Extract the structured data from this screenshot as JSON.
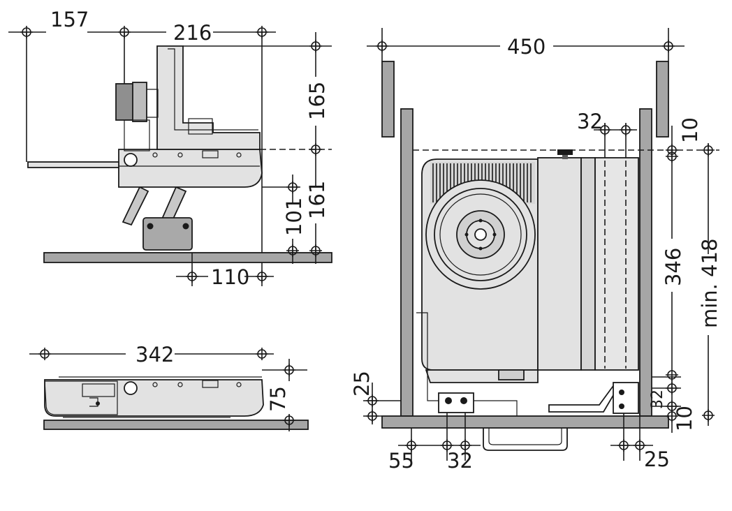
{
  "colors": {
    "line": "#1a1a1a",
    "body_light": "#e2e2e2",
    "body_mid": "#b9b9b9",
    "body_dark": "#8f8f8f",
    "surface": "#a6a6a6"
  },
  "side_view": {
    "dim_157": "157",
    "dim_216": "216",
    "dim_165": "165",
    "dim_161": "161",
    "dim_101": "101",
    "dim_110": "110"
  },
  "bottom_view": {
    "dim_342": "342",
    "dim_75": "75"
  },
  "front_view": {
    "dim_450": "450",
    "dim_32_top": "32",
    "dim_10_top": "10",
    "dim_346": "346",
    "dim_418": "min. 418",
    "dim_25_left": "25",
    "dim_32_right": "32",
    "dim_10_bottom": "10",
    "dim_55": "55",
    "dim_32_bottom": "32",
    "dim_25_bottom": "25"
  }
}
